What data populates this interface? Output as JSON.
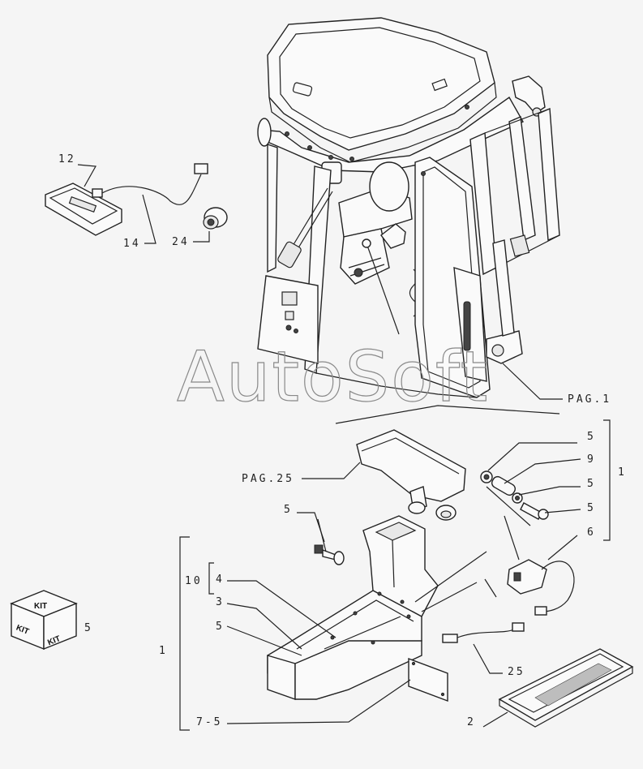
{
  "watermark": "AutoSoft",
  "kit": {
    "label": "KIT",
    "number": "5"
  },
  "callouts": {
    "c12": "12",
    "c14": "14",
    "c24": "24",
    "pag1": "PAG.1",
    "pag25": "PAG.25",
    "r5a": "5",
    "r9": "9",
    "r5b": "5",
    "r5c": "5",
    "r6": "6",
    "r1": "1",
    "c5top": "5",
    "l10": "10",
    "l4": "4",
    "l3": "3",
    "l5": "5",
    "l1": "1",
    "l75": "7-5",
    "c25": "25",
    "c2": "2"
  }
}
